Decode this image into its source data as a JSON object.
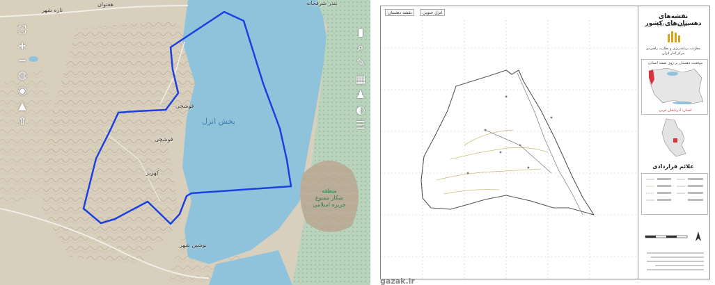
{
  "web_map": {
    "lake_label": "بخش انزل",
    "park_label_lines": [
      "منطقه",
      "شکار ممنوع",
      "جزیره اسلامی"
    ],
    "places": [
      {
        "label": "تازه شهر"
      },
      {
        "label": "هفتوان"
      },
      {
        "label": "بندر شرفخانه"
      },
      {
        "label": "قوشچی"
      },
      {
        "label": "قوشچی"
      },
      {
        "label": "کهریز"
      },
      {
        "label": "نوشین شهر"
      }
    ],
    "tools_left": [
      {
        "name": "fullscreen-icon",
        "glyph": "⛶"
      },
      {
        "name": "zoom-in-icon",
        "glyph": "+"
      },
      {
        "name": "zoom-out-icon",
        "glyph": "−"
      },
      {
        "name": "globe-icon",
        "glyph": "◍"
      },
      {
        "name": "pin-icon",
        "glyph": "◉"
      },
      {
        "name": "mountain-icon",
        "glyph": "▲"
      },
      {
        "name": "upload-icon",
        "glyph": "⇧"
      }
    ],
    "tools_right": [
      {
        "name": "bookmark-icon",
        "glyph": "▮"
      },
      {
        "name": "search-icon",
        "glyph": "⌕"
      },
      {
        "name": "pencil-icon",
        "glyph": "✎"
      },
      {
        "name": "print-icon",
        "glyph": "▦"
      },
      {
        "name": "person-icon",
        "glyph": "♟"
      },
      {
        "name": "layers-icon",
        "glyph": "◐"
      },
      {
        "name": "menu-icon",
        "glyph": "☰"
      }
    ],
    "colors": {
      "boundary": "#1b3fe0",
      "lake": "#8fc3dc",
      "marsh": "#9fd0b8",
      "land": "#d6cdbb"
    }
  },
  "map_sheet": {
    "tabs": [
      "نقشه دهستان",
      "انزل جنوبی"
    ],
    "legend_title": "نقشه‌های دهستان‌های کشور",
    "legend_subtitle": "جمهوری اسلامی ایران",
    "org_lines": [
      "معاونت برنامه‌ریزی و نظارت راهبردی",
      "مرکز آمار ایران"
    ],
    "location_title": "موقعیت دهستان بر روی نقشه استانی",
    "province_label": "استان: آذربایجان غربی",
    "symbols_title": "علائم قراردادی"
  },
  "watermark": "gazak.ir"
}
